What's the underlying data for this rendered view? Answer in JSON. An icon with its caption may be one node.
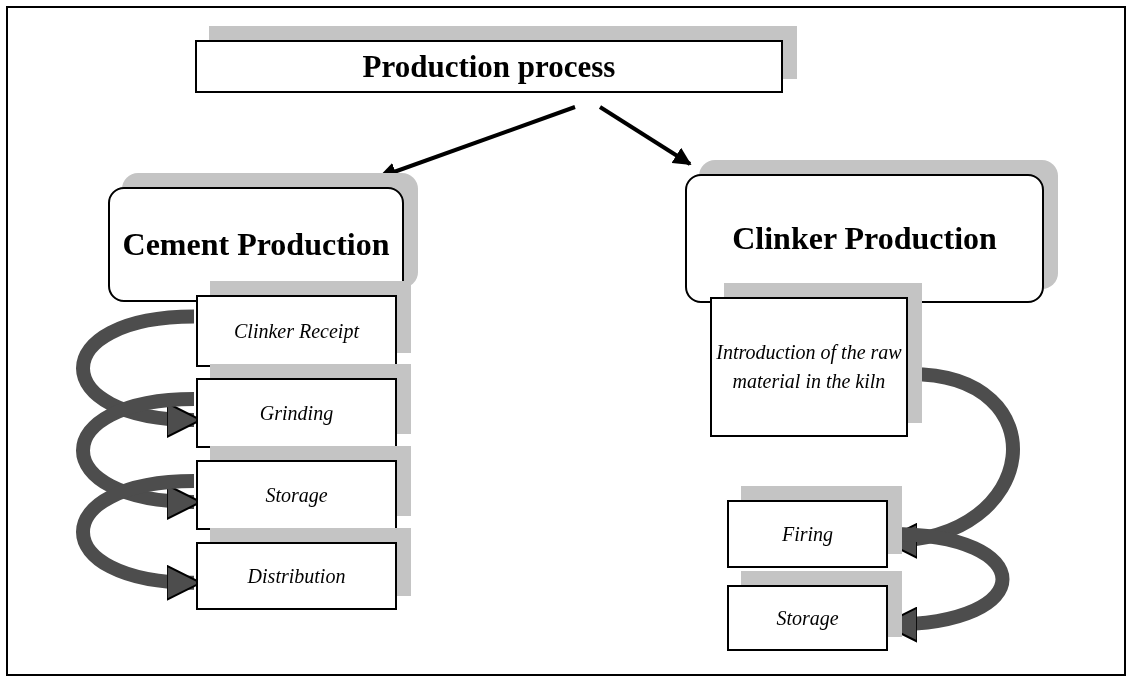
{
  "diagram": {
    "nodes": [
      {
        "text": [
          "Production process"
        ]
      },
      {
        "text": [
          "Cement Production"
        ]
      },
      {
        "text": [
          "Clinker Production"
        ]
      },
      {
        "text": [
          "Clinker Receipt"
        ]
      },
      {
        "text": [
          "Grinding"
        ]
      },
      {
        "text": [
          "Storage"
        ]
      },
      {
        "text": [
          "Distribution"
        ]
      },
      {
        "text": [
          "Introduction of the raw material in the kiln"
        ]
      },
      {
        "text": [
          "Firing"
        ]
      },
      {
        "text": [
          "Storage"
        ]
      }
    ],
    "edges": [
      {
        "from": 0,
        "to": 1,
        "arrow": "to"
      },
      {
        "from": 0,
        "to": 2,
        "arrow": "to"
      },
      {
        "from": 3,
        "to": 4,
        "arrow": "to"
      },
      {
        "from": 4,
        "to": 5,
        "arrow": "to"
      },
      {
        "from": 5,
        "to": 6,
        "arrow": "to"
      },
      {
        "from": 7,
        "to": 8,
        "arrow": "to"
      },
      {
        "from": 8,
        "to": 9,
        "arrow": "to"
      }
    ]
  }
}
